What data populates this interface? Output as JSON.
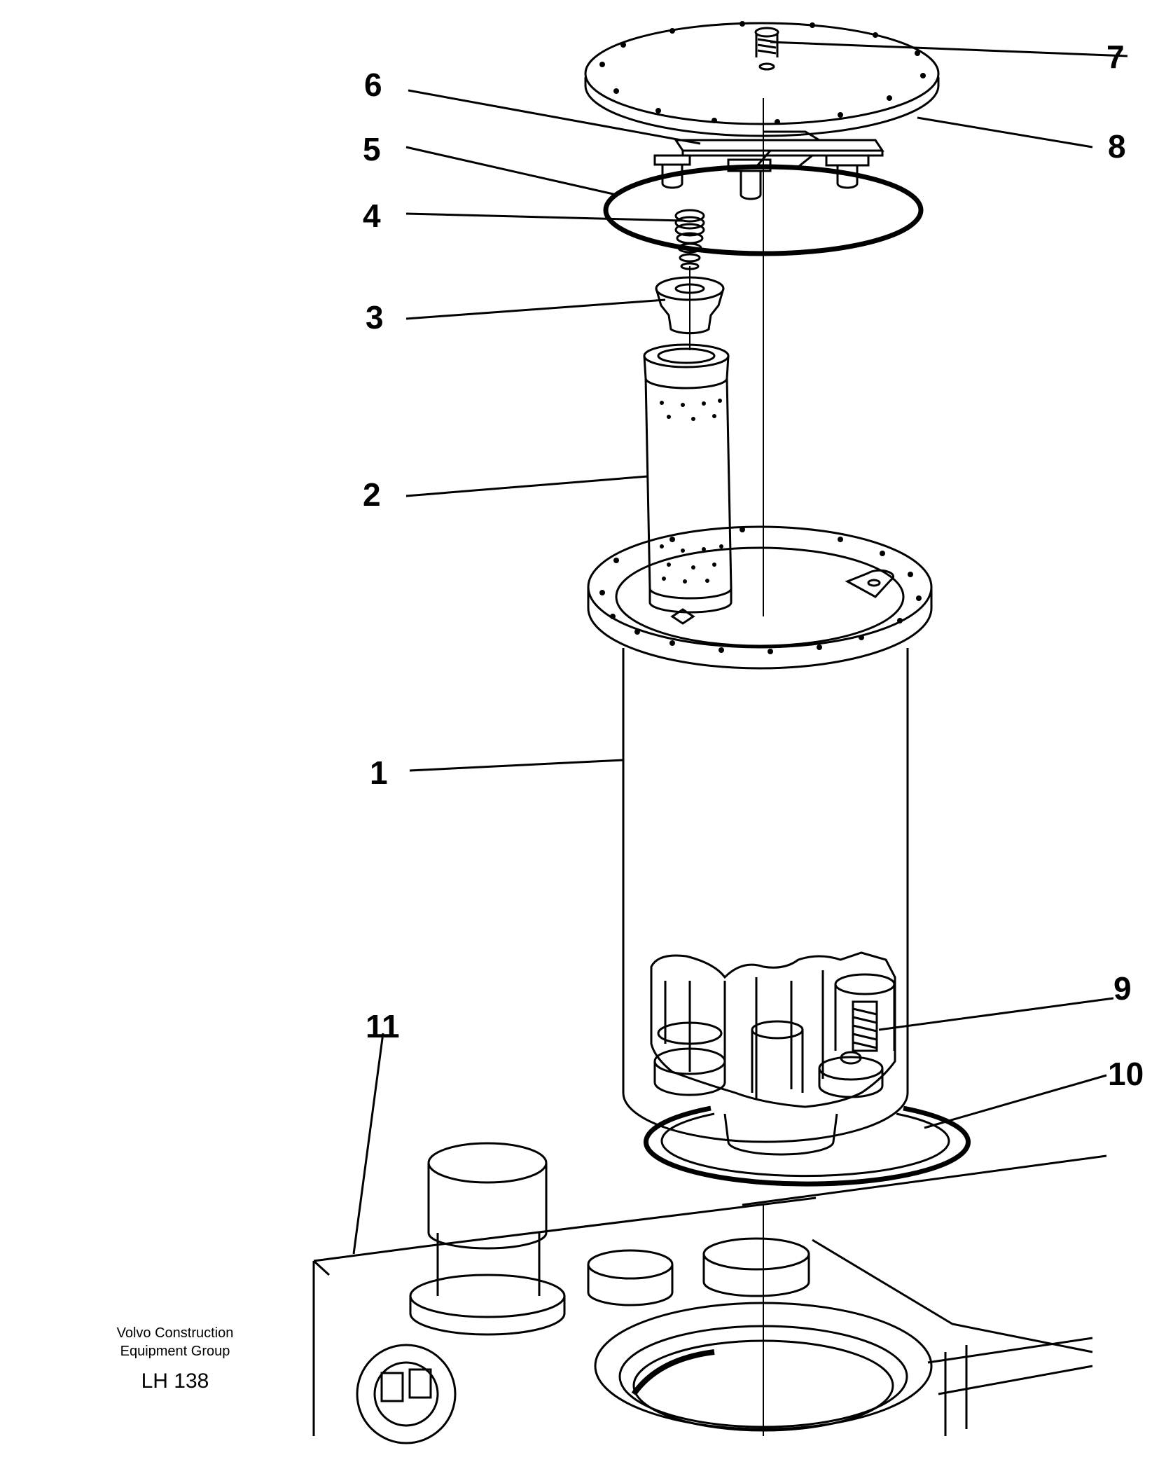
{
  "callouts": [
    {
      "id": "1",
      "label": "1"
    },
    {
      "id": "2",
      "label": "2"
    },
    {
      "id": "3",
      "label": "3"
    },
    {
      "id": "4",
      "label": "4"
    },
    {
      "id": "5",
      "label": "5"
    },
    {
      "id": "6",
      "label": "6"
    },
    {
      "id": "7",
      "label": "7"
    },
    {
      "id": "8",
      "label": "8"
    },
    {
      "id": "9",
      "label": "9"
    },
    {
      "id": "10",
      "label": "10"
    },
    {
      "id": "11",
      "label": "11"
    }
  ],
  "credit": {
    "line1": "Volvo Construction",
    "line2": "Equipment Group",
    "code": "LH 138"
  }
}
